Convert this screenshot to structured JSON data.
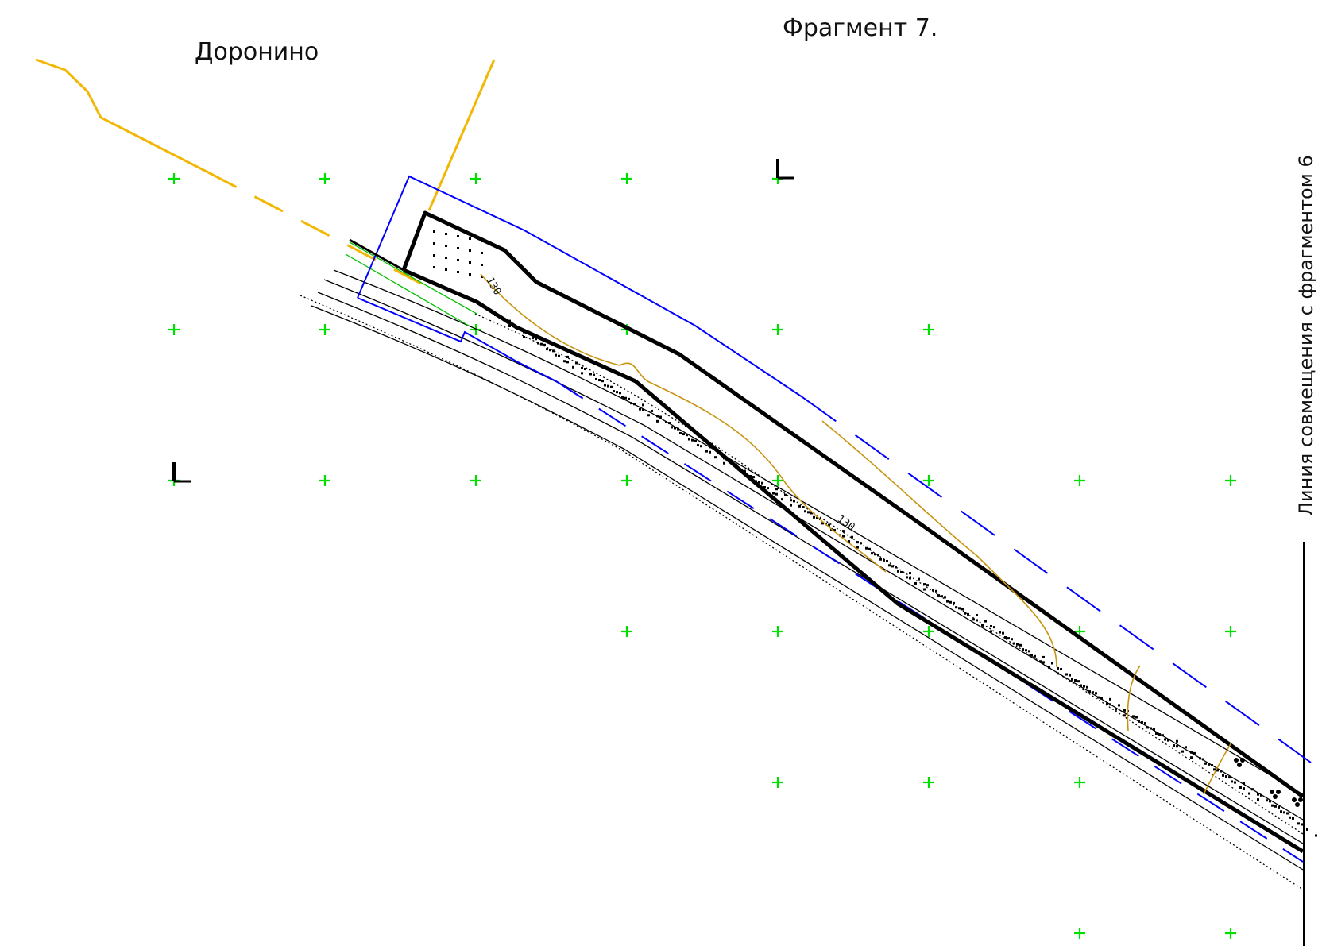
{
  "map": {
    "title": "Фрагмент 7.",
    "place_name": "Доронино",
    "side_label": "Линия совмещения с фрагментом 6",
    "contour_labels": [
      "130",
      "130"
    ],
    "colors": {
      "boundary": "#000000",
      "zone": "#0000ff",
      "road": "#f2b705",
      "contour": "#c8940f",
      "grid_cross": "#00e000",
      "green_line": "#00c000",
      "background": "#ffffff"
    },
    "icons": [
      "grid-cross-icon",
      "benchmark-icon",
      "tree-icon"
    ]
  }
}
